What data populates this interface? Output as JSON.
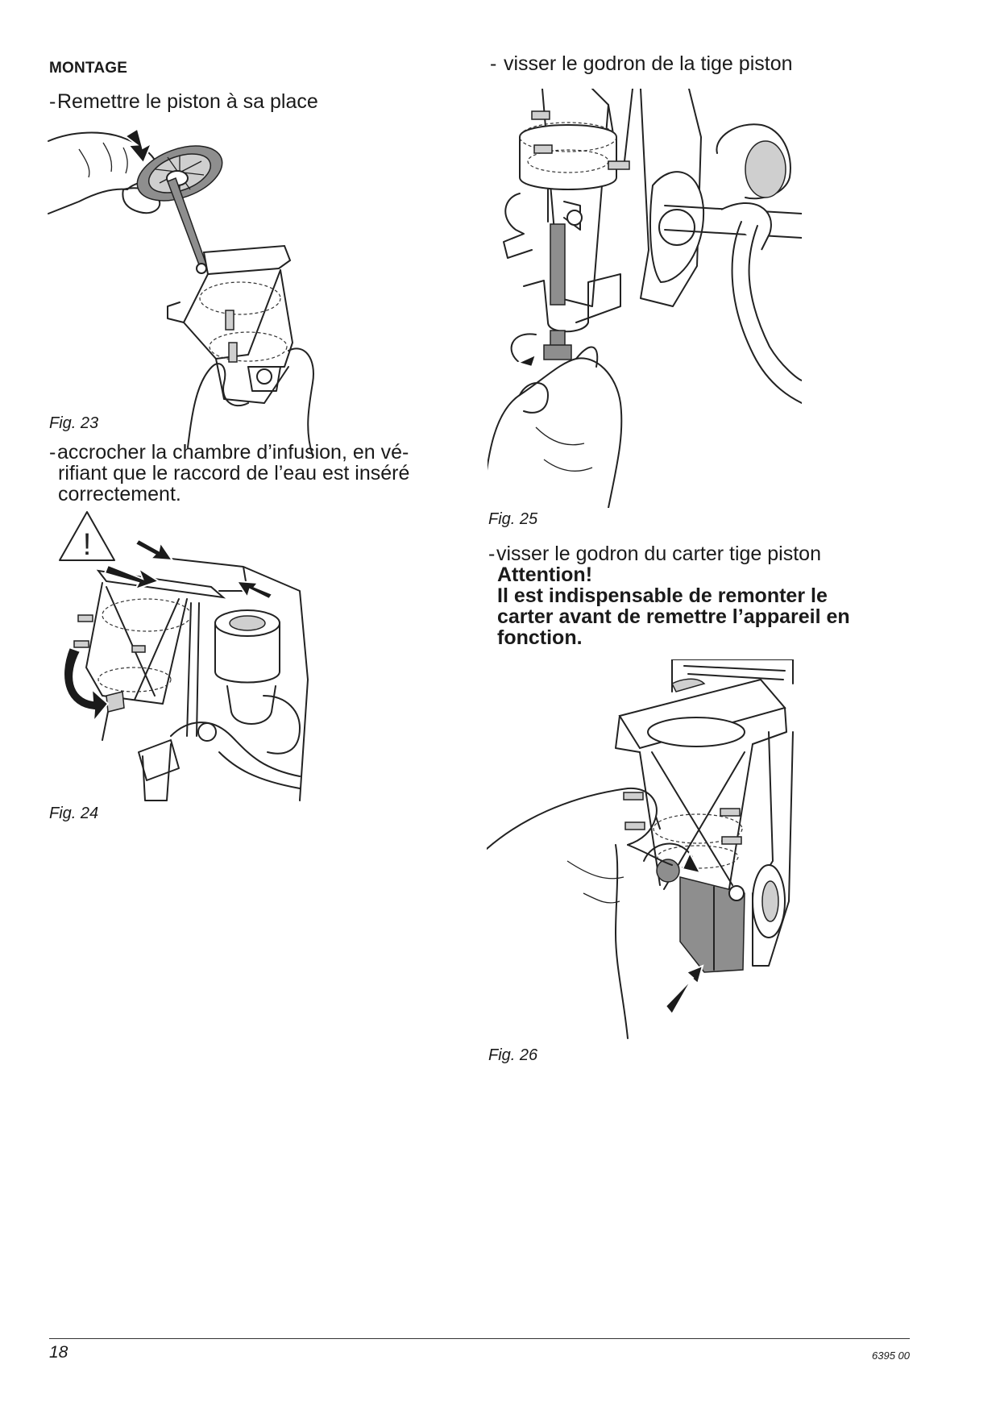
{
  "section": {
    "title": "MONTAGE"
  },
  "steps": {
    "s1": "Remettre le piston à sa place",
    "s2": {
      "line1": "accrocher la chambre d’infusion, en vé-",
      "line2": "rifiant que le raccord de l’eau est inséré",
      "line3": "correctement."
    },
    "s3": "visser le godron de la tige piston",
    "s4": "visser le godron du carter tige piston",
    "warning": {
      "line1": "Attention!",
      "line2": "Il est indispensable de remonter le",
      "line3": "carter avant de remettre l’appareil en",
      "line4": "fonction."
    }
  },
  "figures": {
    "fig23": "Fig. 23",
    "fig24": "Fig. 24",
    "fig25": "Fig. 25",
    "fig26": "Fig. 26"
  },
  "warning_symbol": "!",
  "footer": {
    "page_number": "18",
    "doc_code": "6395 00"
  }
}
